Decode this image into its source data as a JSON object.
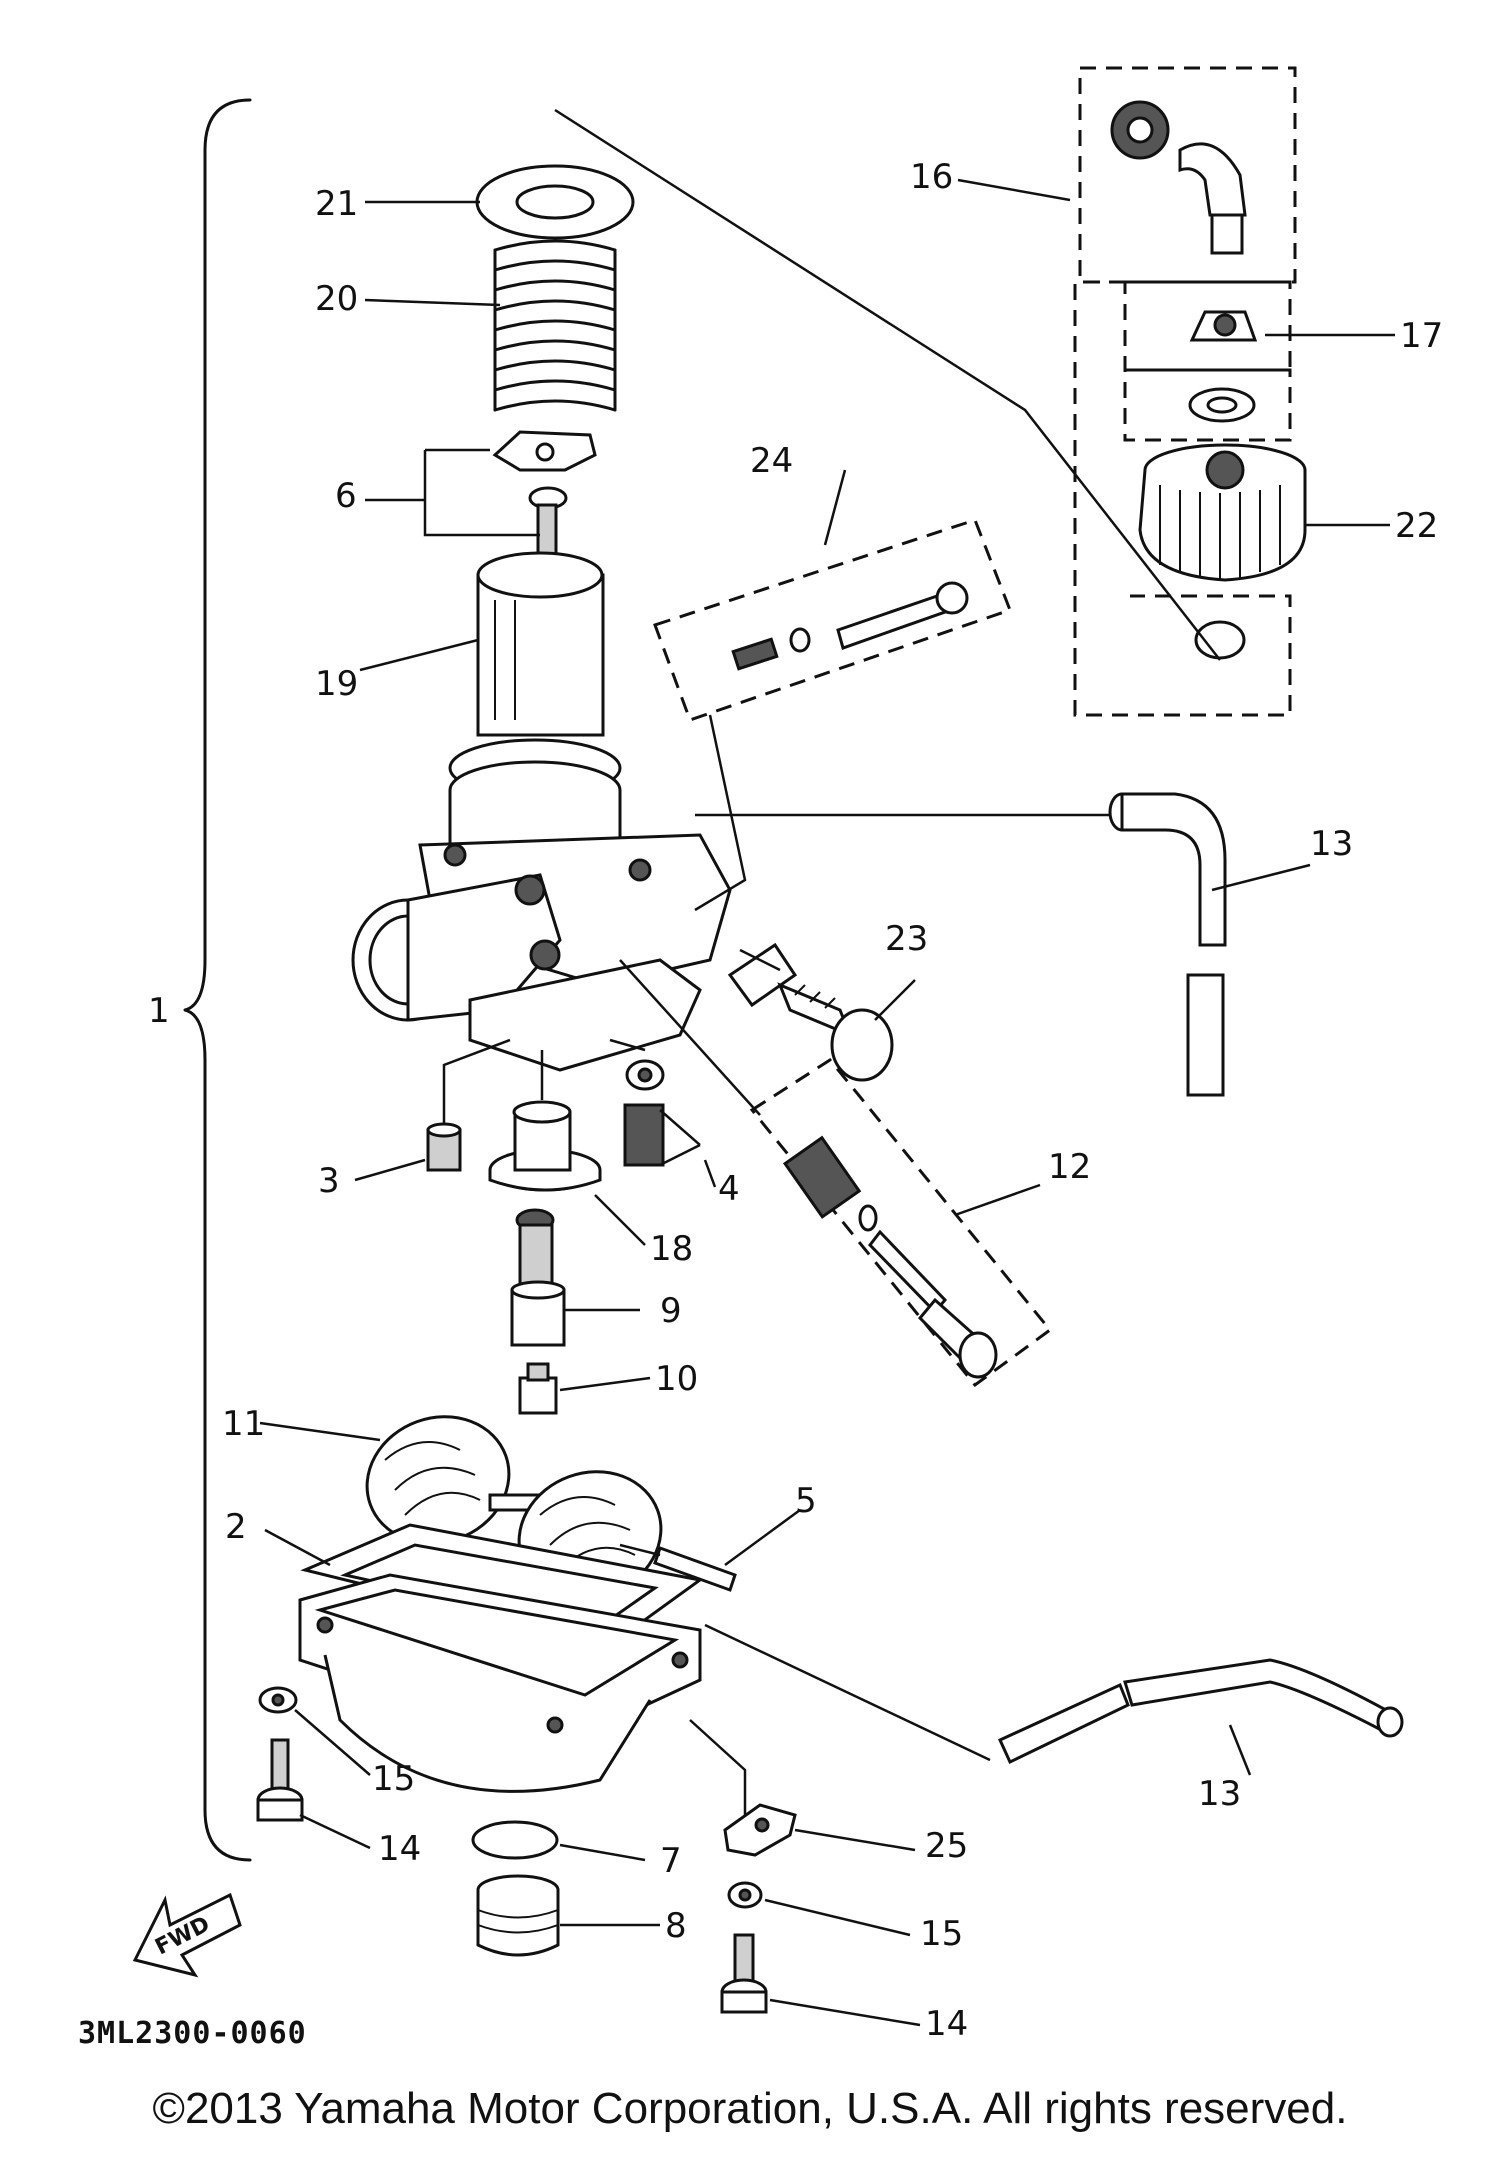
{
  "diagram": {
    "code": "3ML2300-0060",
    "fwd_label": "FWD",
    "copyright": "©2013 Yamaha Motor Corporation, U.S.A. All rights reserved.",
    "labels": {
      "p1": "1",
      "p2": "2",
      "p3": "3",
      "p4": "4",
      "p5": "5",
      "p6": "6",
      "p7": "7",
      "p8": "8",
      "p9": "9",
      "p10": "10",
      "p11": "11",
      "p12": "12",
      "p13a": "13",
      "p13b": "13",
      "p14a": "14",
      "p14b": "14",
      "p15a": "15",
      "p15b": "15",
      "p16": "16",
      "p17": "17",
      "p18": "18",
      "p19": "19",
      "p20": "20",
      "p21": "21",
      "p22": "22",
      "p23": "23",
      "p24": "24",
      "p25": "25"
    }
  }
}
